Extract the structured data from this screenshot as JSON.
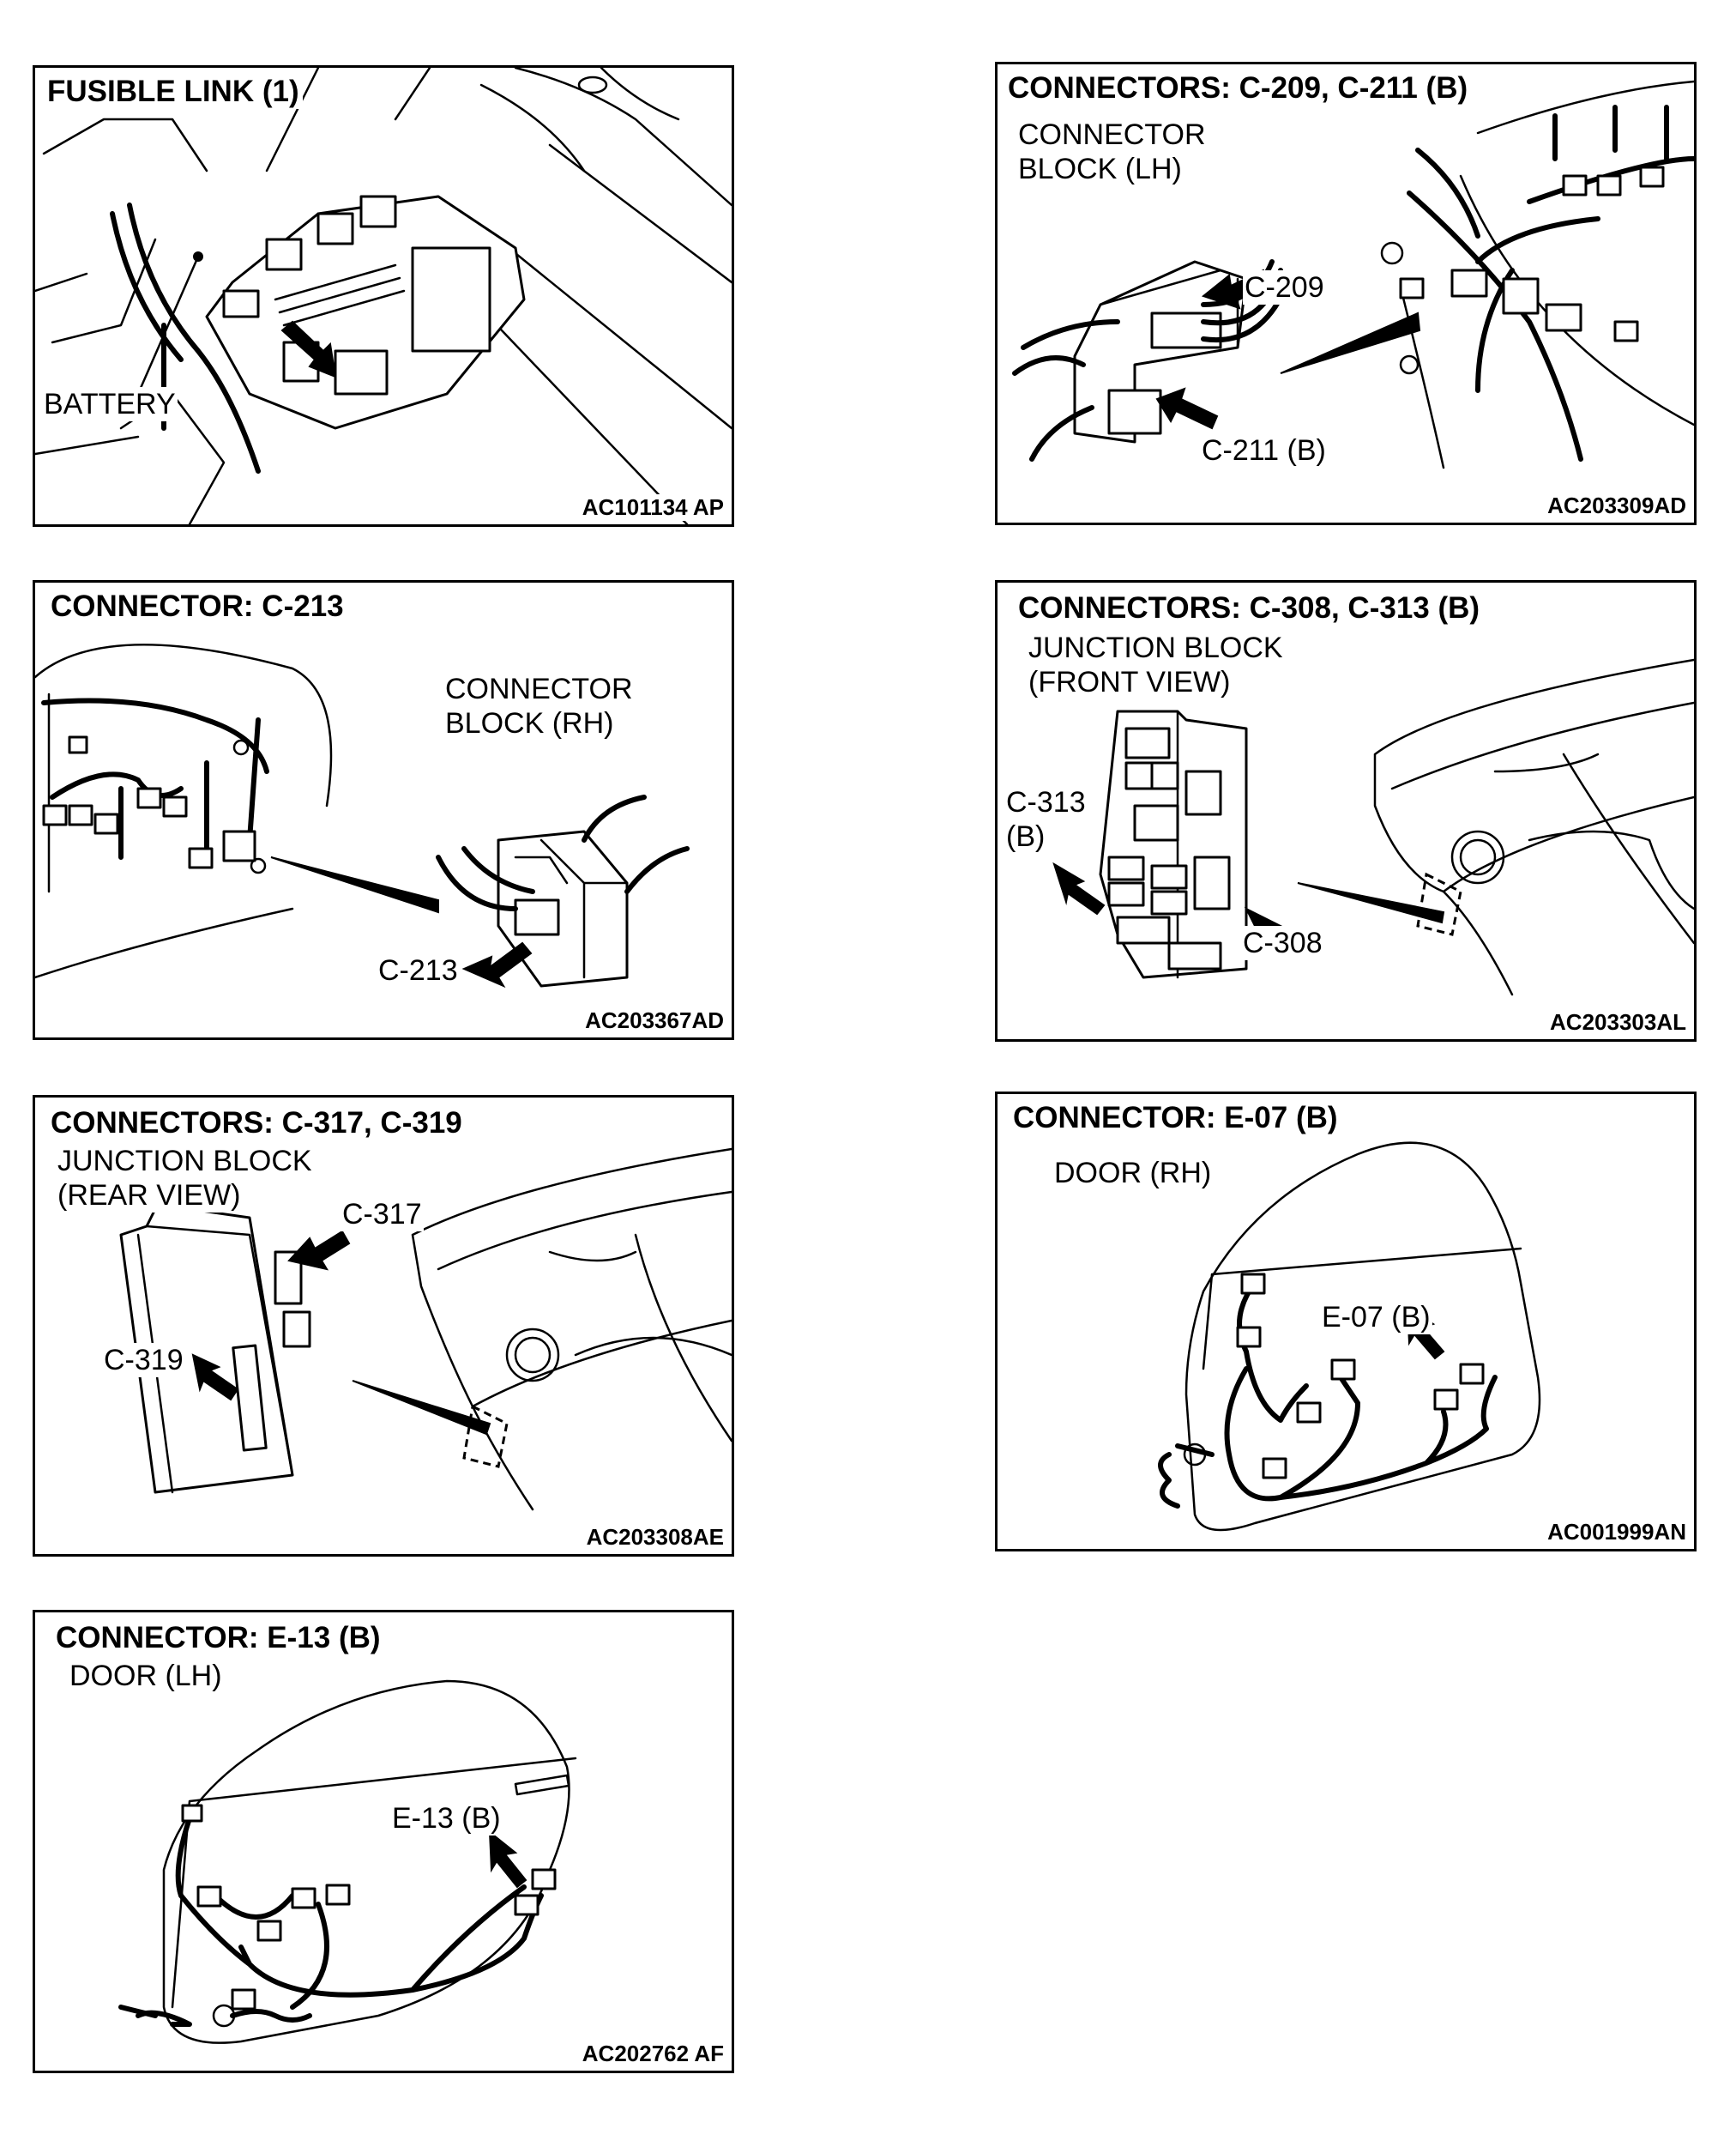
{
  "panels": {
    "fusible_link": {
      "title": "FUSIBLE LINK (1)",
      "labels": {
        "battery": "BATTERY"
      },
      "code": "AC101134 AP"
    },
    "c209_c211": {
      "title": "CONNECTORS: C-209, C-211 (B)",
      "labels": {
        "block": "CONNECTOR\nBLOCK (LH)",
        "c209": "C-209",
        "c211": "C-211 (B)"
      },
      "code": "AC203309AD"
    },
    "c213": {
      "title": "CONNECTOR: C-213",
      "labels": {
        "block": "CONNECTOR\nBLOCK (RH)",
        "c213": "C-213"
      },
      "code": "AC203367AD"
    },
    "c308_c313": {
      "title": "CONNECTORS: C-308, C-313 (B)",
      "labels": {
        "block": "JUNCTION BLOCK\n(FRONT VIEW)",
        "c313": "C-313\n(B)",
        "c308": "C-308"
      },
      "code": "AC203303AL"
    },
    "c317_c319": {
      "title": "CONNECTORS: C-317, C-319",
      "labels": {
        "block": "JUNCTION BLOCK\n(REAR VIEW)",
        "c317": "C-317",
        "c319": "C-319"
      },
      "code": "AC203308AE"
    },
    "e07": {
      "title": "CONNECTOR: E-07 (B)",
      "labels": {
        "door": "DOOR (RH)",
        "e07": "E-07 (B)"
      },
      "code": "AC001999AN"
    },
    "e13": {
      "title": "CONNECTOR: E-13 (B)",
      "labels": {
        "door": "DOOR (LH)",
        "e13": "E-13 (B)"
      },
      "code": "AC202762 AF"
    }
  }
}
